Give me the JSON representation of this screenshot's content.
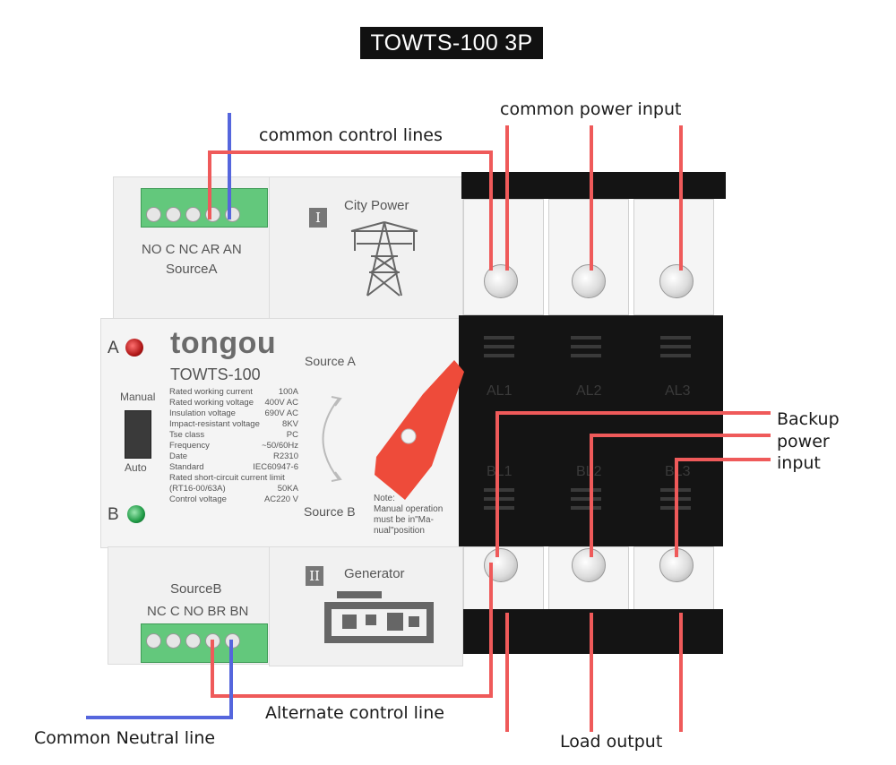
{
  "title": "TOWTS-100 3P",
  "callouts": {
    "common_power_input": "common power input",
    "common_control_lines": "common control lines",
    "backup_line1": "Backup",
    "backup_line2": "power",
    "backup_line3": "input",
    "alternate_control_line": "Alternate control line",
    "common_neutral_line": "Common Neutral line",
    "load_output": "Load output"
  },
  "device": {
    "terminal_top_labels": "NO C NC AR AN",
    "source_a_label": "SourceA",
    "terminal_bottom_labels": "NC C NO BR BN",
    "source_b_label": "SourceB",
    "city_power_roman": "I",
    "city_power_label": "City Power",
    "generator_roman": "II",
    "generator_label": "Generator",
    "brand": "tongou",
    "model": "TOWTS-100",
    "led_a": "A",
    "led_b": "B",
    "manual": "Manual",
    "auto": "Auto",
    "source_a_switch": "Source A",
    "source_b_switch": "Source B",
    "note_line1": "Note:",
    "note_line2": "Manual operation",
    "note_line3": "must be in\"Ma-",
    "note_line4": "nual\"position",
    "specs": [
      {
        "k": "Rated working current",
        "v": "100A"
      },
      {
        "k": "Rated working voltage",
        "v": "400V AC"
      },
      {
        "k": "Insulation voltage",
        "v": "690V AC"
      },
      {
        "k": "Impact-resistant voltage",
        "v": "8KV"
      },
      {
        "k": "Tse class",
        "v": "PC"
      },
      {
        "k": "Frequency",
        "v": "~50/60Hz"
      },
      {
        "k": "Date",
        "v": "R2310"
      },
      {
        "k": "Standard",
        "v": "IEC60947-6"
      },
      {
        "k": "Rated short-circuit current limit",
        "v": ""
      },
      {
        "k": "(RT16-00/63A)",
        "v": "50KA"
      },
      {
        "k": "Control voltage",
        "v": "AC220 V"
      }
    ],
    "phase_top": [
      "AL1",
      "AL2",
      "AL3"
    ],
    "phase_bottom": [
      "BL1",
      "BL2",
      "BL3"
    ]
  },
  "colors": {
    "red_wire": "#ef5a5a",
    "blue_wire": "#5566dd",
    "handle": "#ee4b3a",
    "led_a": "#b01818",
    "led_b": "#1f9a45",
    "terminal_green": "#63c87c"
  }
}
